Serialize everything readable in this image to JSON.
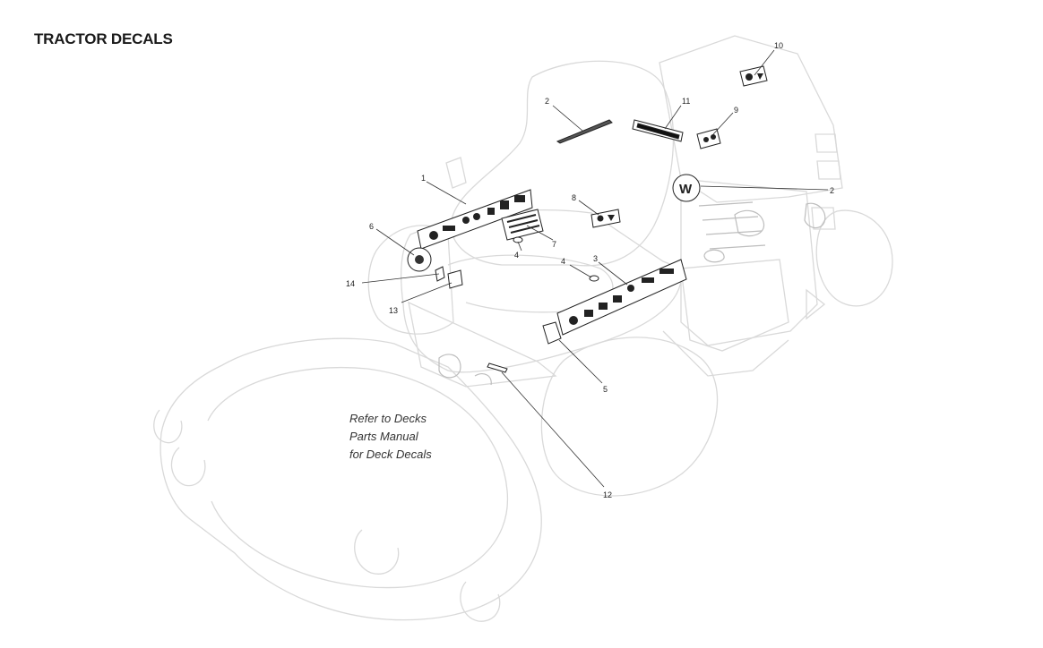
{
  "title": "TRACTOR DECALS",
  "note": [
    "Refer to Decks",
    "Parts Manual",
    "for Deck Decals"
  ],
  "callouts": [
    {
      "id": "c1",
      "label": "1"
    },
    {
      "id": "c2a",
      "label": "2"
    },
    {
      "id": "c2b",
      "label": "2"
    },
    {
      "id": "c3",
      "label": "3"
    },
    {
      "id": "c4a",
      "label": "4"
    },
    {
      "id": "c4b",
      "label": "4"
    },
    {
      "id": "c5",
      "label": "5"
    },
    {
      "id": "c6",
      "label": "6"
    },
    {
      "id": "c7",
      "label": "7"
    },
    {
      "id": "c8",
      "label": "8"
    },
    {
      "id": "c9",
      "label": "9"
    },
    {
      "id": "c10",
      "label": "10"
    },
    {
      "id": "c11",
      "label": "11"
    },
    {
      "id": "c12",
      "label": "12"
    },
    {
      "id": "c13",
      "label": "13"
    },
    {
      "id": "c14",
      "label": "14"
    }
  ]
}
